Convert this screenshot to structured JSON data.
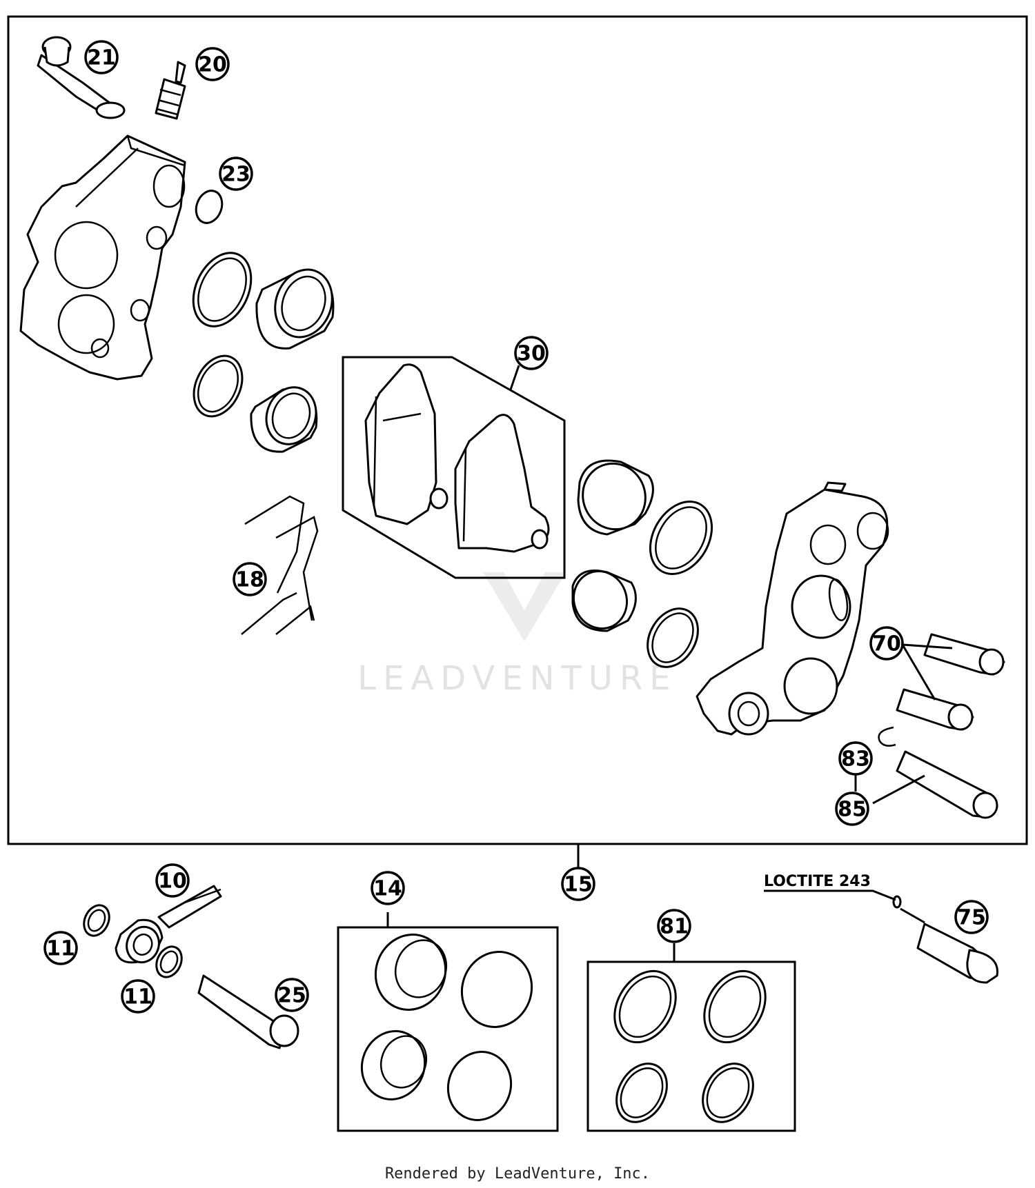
{
  "watermark": "LEADVENTURE",
  "note": "LOCTITE 243",
  "footer": "Rendered by LeadVenture, Inc.",
  "callouts": [
    {
      "id": "21",
      "label": "21"
    },
    {
      "id": "20",
      "label": "20"
    },
    {
      "id": "23",
      "label": "23"
    },
    {
      "id": "30",
      "label": "30"
    },
    {
      "id": "18",
      "label": "18"
    },
    {
      "id": "70",
      "label": "70"
    },
    {
      "id": "83",
      "label": "83"
    },
    {
      "id": "85",
      "label": "85"
    },
    {
      "id": "10",
      "label": "10"
    },
    {
      "id": "11a",
      "label": "11"
    },
    {
      "id": "11b",
      "label": "11"
    },
    {
      "id": "14",
      "label": "14"
    },
    {
      "id": "15",
      "label": "15"
    },
    {
      "id": "81",
      "label": "81"
    },
    {
      "id": "75",
      "label": "75"
    },
    {
      "id": "25",
      "label": "25"
    }
  ]
}
